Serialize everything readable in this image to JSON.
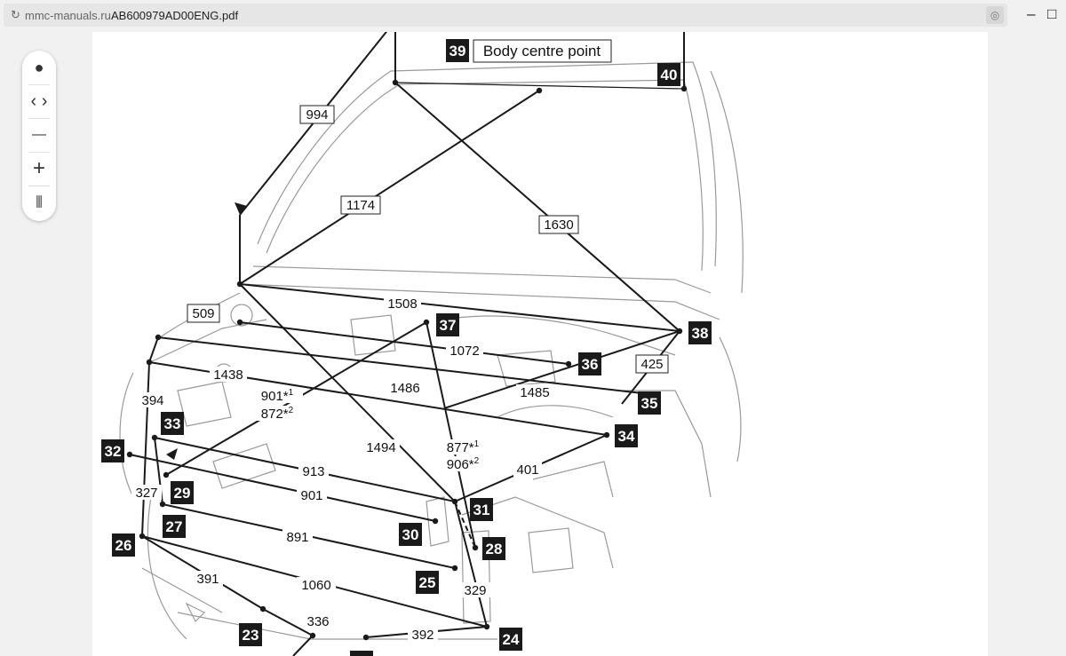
{
  "browser": {
    "domain": "mmc-manuals.ru",
    "filename": "AB600979AD00ENG.pdf",
    "reload_icon": "reload-icon",
    "minimize_glyph": "–",
    "maximize_glyph": "□"
  },
  "viewer_toolbar": {
    "items": [
      "single-page-icon",
      "prev-next-icon",
      "zoom-out-icon",
      "zoom-in-icon",
      "page-view-icon"
    ],
    "glyphs": [
      "●",
      "‹ ›",
      "—",
      "+",
      "⫴"
    ]
  },
  "diagram": {
    "title_label": "Body centre point",
    "dimensions": [
      "994",
      "1174",
      "1630",
      "509",
      "1508",
      "1072",
      "425",
      "1438",
      "1486",
      "1485",
      "901*1",
      "872*2",
      "394",
      "1494",
      "877*1",
      "906*2",
      "913",
      "901",
      "401",
      "327",
      "891",
      "1060",
      "391",
      "329",
      "336",
      "392"
    ],
    "points": [
      "39",
      "40",
      "37",
      "38",
      "36",
      "35",
      "34",
      "33",
      "32",
      "29",
      "31",
      "30",
      "28",
      "27",
      "26",
      "25",
      "24",
      "23"
    ]
  }
}
